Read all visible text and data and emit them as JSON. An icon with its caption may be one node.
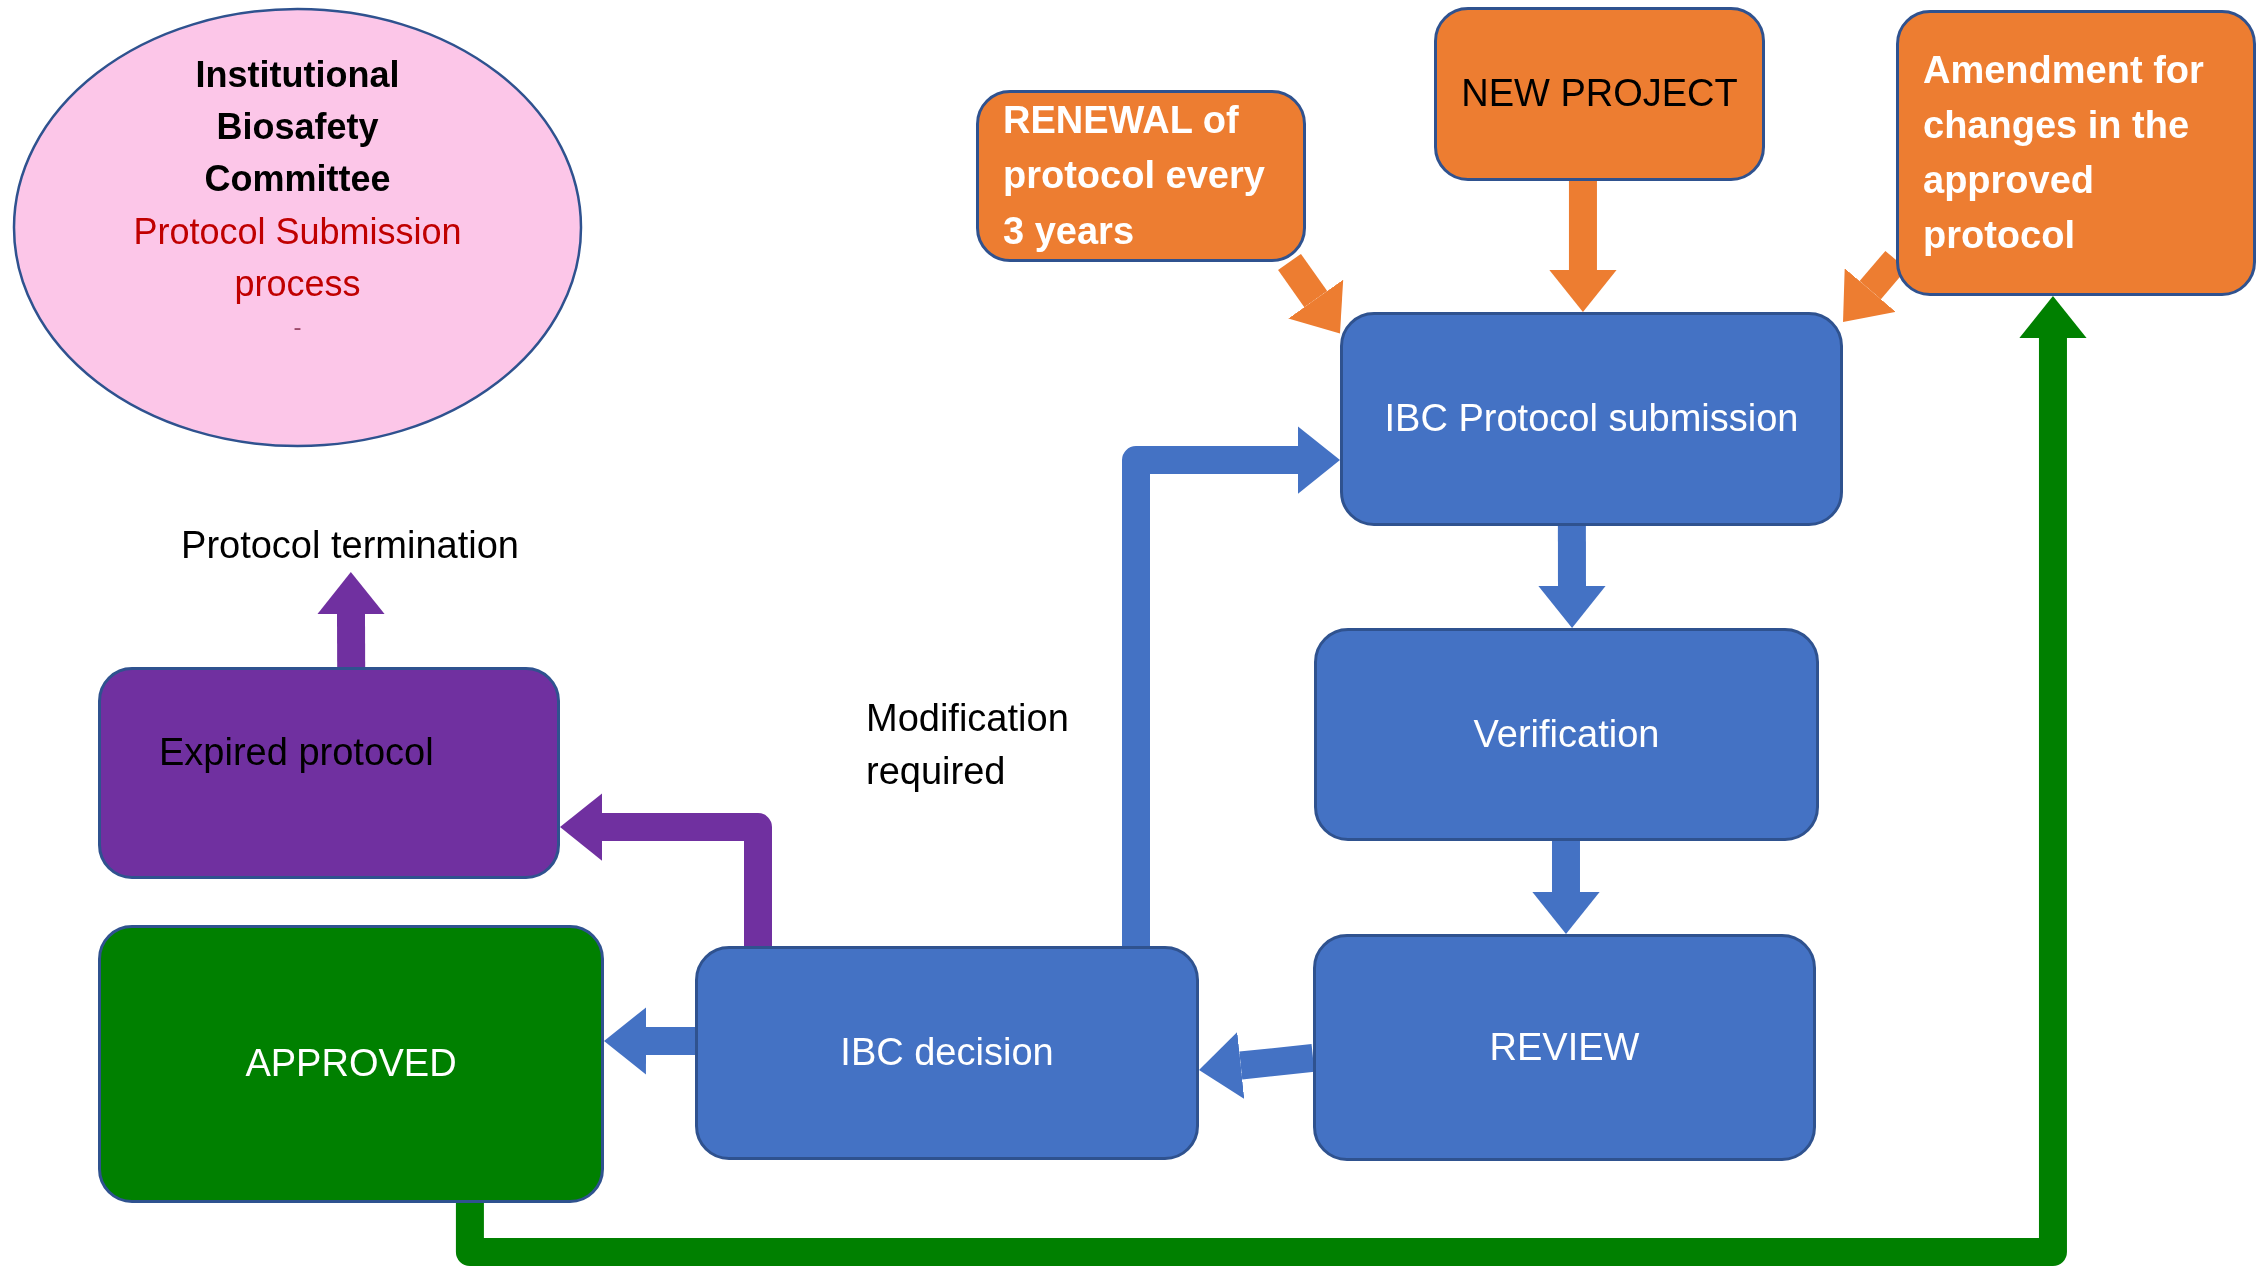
{
  "diagram": {
    "nodes": [
      {
        "text": [
          "Institutional Biosafety Committee",
          "Protocol Submission process",
          "-"
        ]
      },
      {
        "text": [
          "RENEWAL of protocol every 3 years"
        ]
      },
      {
        "text": [
          "NEW PROJECT"
        ]
      },
      {
        "text": [
          "Amendment for changes in the approved protocol"
        ]
      },
      {
        "text": [
          "IBC Protocol submission"
        ]
      },
      {
        "text": [
          "Verification"
        ]
      },
      {
        "text": [
          "REVIEW"
        ]
      },
      {
        "text": [
          "IBC decision"
        ]
      },
      {
        "text": [
          "APPROVED"
        ]
      },
      {
        "text": [
          "Expired protocol"
        ]
      },
      {
        "text": [
          "Protocol termination"
        ]
      }
    ],
    "edges": [
      {
        "from": 1,
        "to": 4,
        "arrow": "to",
        "color": "#ed7d31"
      },
      {
        "from": 2,
        "to": 4,
        "arrow": "to",
        "color": "#ed7d31"
      },
      {
        "from": 3,
        "to": 4,
        "arrow": "to",
        "color": "#ed7d31"
      },
      {
        "from": 4,
        "to": 5,
        "arrow": "to"
      },
      {
        "from": 5,
        "to": 6,
        "arrow": "to"
      },
      {
        "from": 6,
        "to": 7,
        "arrow": "to"
      },
      {
        "from": 7,
        "to": 8,
        "arrow": "to"
      },
      {
        "from": 7,
        "to": 4,
        "arrow": "to",
        "label": "Modification required"
      },
      {
        "from": 7,
        "to": 9,
        "arrow": "to",
        "color": "#7030a0"
      },
      {
        "from": 9,
        "to": 10,
        "arrow": "to",
        "color": "#7030a0"
      },
      {
        "from": 8,
        "to": 3,
        "arrow": "to",
        "color": "#008000"
      }
    ]
  }
}
